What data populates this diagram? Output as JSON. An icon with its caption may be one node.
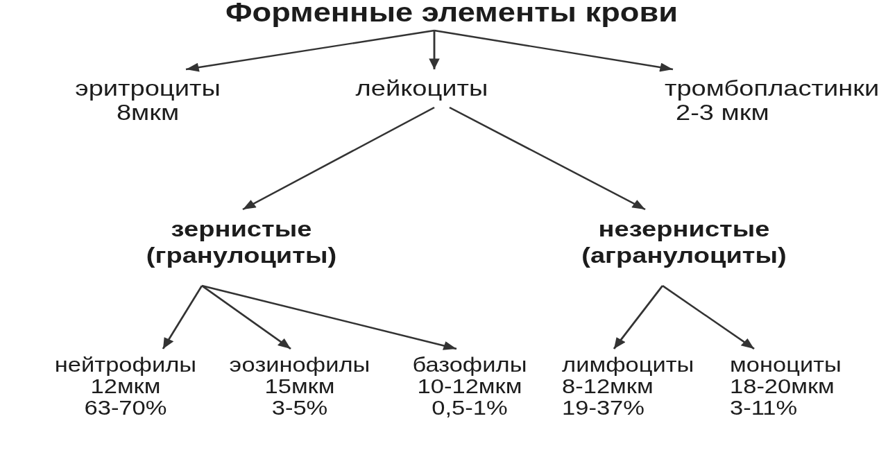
{
  "diagram": {
    "nodes": [
      {
        "text": [
          "Форменные элементы крови"
        ]
      },
      {
        "text": [
          "эритроциты",
          "8мкм"
        ]
      },
      {
        "text": [
          "лейкоциты"
        ]
      },
      {
        "text": [
          "тромбопластинки",
          "2-3 мкм"
        ]
      },
      {
        "text": [
          "зернистые",
          "(гранулоциты)"
        ]
      },
      {
        "text": [
          "незернистые",
          "(агранулоциты)"
        ]
      },
      {
        "text": [
          "нейтрофилы",
          "12мкм",
          "63-70%"
        ]
      },
      {
        "text": [
          "эозинофилы",
          "15мкм",
          "3-5%"
        ]
      },
      {
        "text": [
          "базофилы",
          "10-12мкм",
          "0,5-1%"
        ]
      },
      {
        "text": [
          "лимфоциты",
          "8-12мкм",
          "19-37%"
        ]
      },
      {
        "text": [
          "моноциты",
          "18-20мкм",
          "3-11%"
        ]
      }
    ],
    "edges": [
      {
        "from": 0,
        "to": 1,
        "arrow": "to"
      },
      {
        "from": 0,
        "to": 2,
        "arrow": "to"
      },
      {
        "from": 0,
        "to": 3,
        "arrow": "to"
      },
      {
        "from": 2,
        "to": 4,
        "arrow": "to"
      },
      {
        "from": 2,
        "to": 5,
        "arrow": "to"
      },
      {
        "from": 4,
        "to": 6,
        "arrow": "to"
      },
      {
        "from": 4,
        "to": 7,
        "arrow": "to"
      },
      {
        "from": 4,
        "to": 8,
        "arrow": "to"
      },
      {
        "from": 5,
        "to": 9,
        "arrow": "to"
      },
      {
        "from": 5,
        "to": 10,
        "arrow": "to"
      }
    ]
  }
}
